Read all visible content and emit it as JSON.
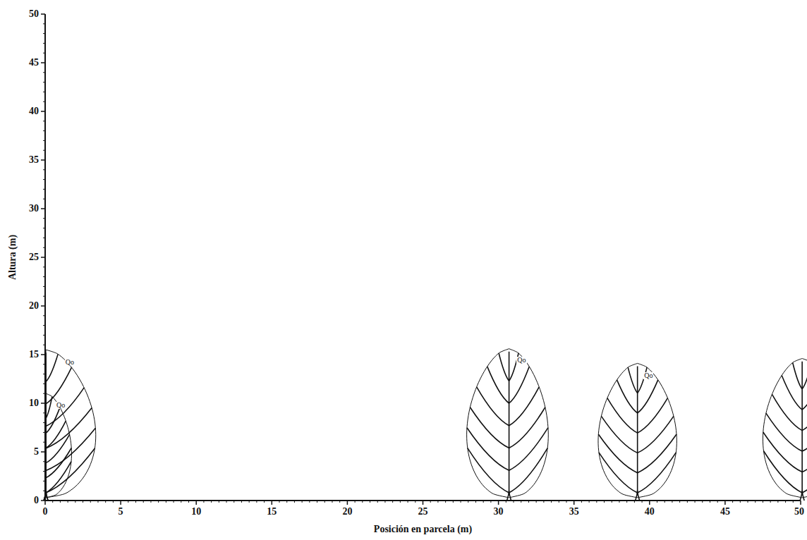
{
  "diagram": {
    "labels": [
      "0",
      "5",
      "10",
      "15",
      "20",
      "25",
      "30",
      "35",
      "40",
      "45",
      "50",
      "0",
      "5",
      "10",
      "15",
      "20",
      "25",
      "30",
      "35",
      "40",
      "45",
      "50",
      "Altura (m)",
      "Posición en parcela (m)",
      "Qo",
      "Qo",
      "Qo",
      "Qo"
    ]
  }
}
